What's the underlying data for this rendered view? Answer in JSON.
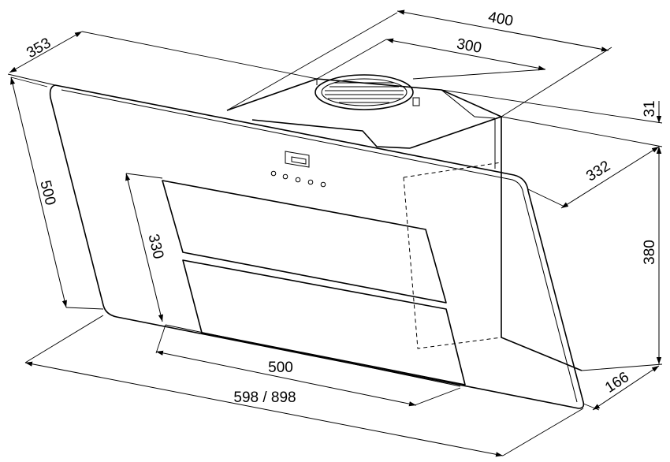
{
  "dimensions": {
    "depth_top": "353",
    "chimney_width": "400",
    "outlet_width": "300",
    "outlet_height": "31",
    "chimney_depth": "332",
    "body_height_right": "380",
    "bottom_depth": "166",
    "glass_height": "500",
    "panel_height": "330",
    "panel_width": "500",
    "overall_width": "598 / 898"
  },
  "colors": {
    "line": "#000000",
    "background": "#ffffff"
  }
}
